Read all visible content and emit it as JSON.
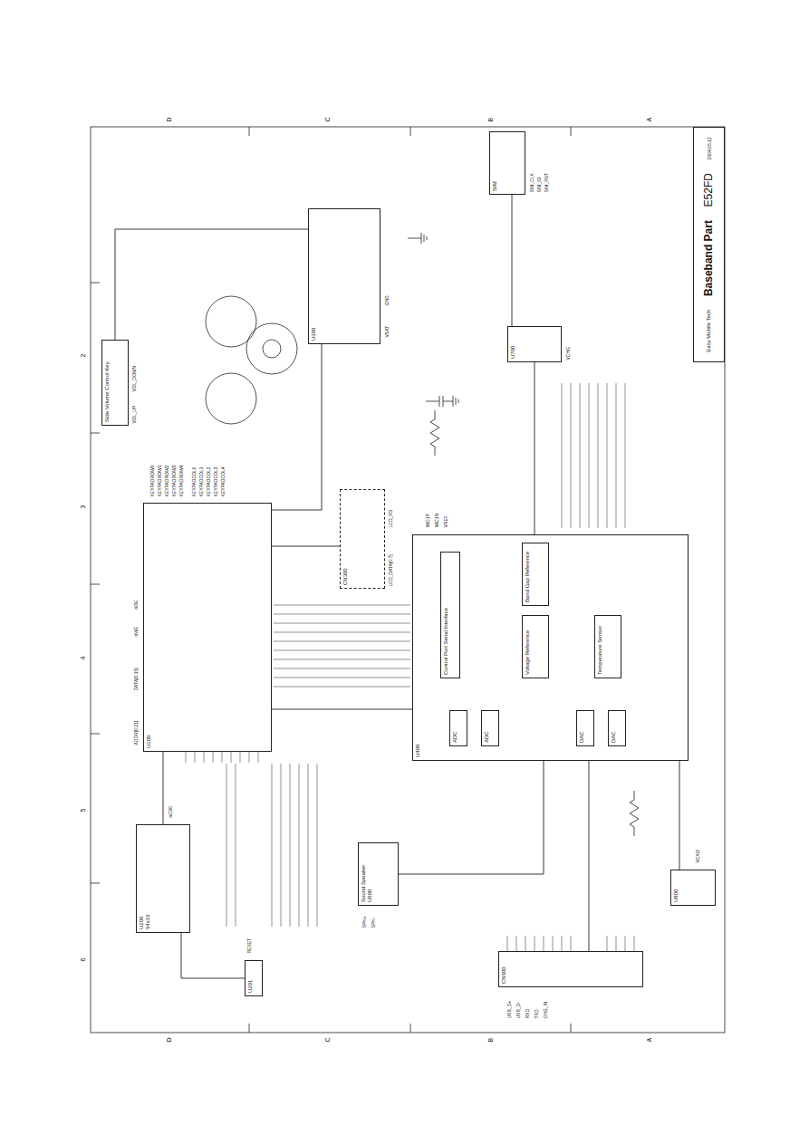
{
  "diagram": {
    "nodes": [
      {
        "text": [
          "Easy Mobile Tech",
          "Baseband Part",
          "E52FD",
          "2004.05.12"
        ]
      },
      {
        "text": [
          "Side Volume Control Key"
        ]
      },
      {
        "text": [
          "U100"
        ]
      },
      {
        "text": [
          "U200",
          "64x16"
        ]
      },
      {
        "text": [
          "U300"
        ]
      },
      {
        "text": [
          "U400"
        ]
      },
      {
        "text": [
          "ADC"
        ],
        "in": 5
      },
      {
        "text": [
          "ADC"
        ],
        "in": 5
      },
      {
        "text": [
          "DAC"
        ],
        "in": 5
      },
      {
        "text": [
          "DAC"
        ],
        "in": 5
      },
      {
        "text": [
          "Control Port Serial Interface"
        ],
        "in": 5
      },
      {
        "text": [
          "Voltage Reference"
        ],
        "in": 5
      },
      {
        "text": [
          "Band Gap Reference"
        ],
        "in": 5
      },
      {
        "text": [
          "Temperature Sensor"
        ],
        "in": 5
      },
      {
        "text": [
          "CN300"
        ]
      },
      {
        "text": [
          "Sound Speaker",
          "U500"
        ]
      },
      {
        "text": [
          "CN600"
        ]
      },
      {
        "text": [
          "SIM"
        ]
      },
      {
        "text": [
          "U700"
        ]
      },
      {
        "text": [
          "U800"
        ]
      },
      {
        "text": [
          "U201"
        ]
      }
    ],
    "edges": [
      {
        "from": 2,
        "to": 3,
        "arrow": "none"
      },
      {
        "from": 2,
        "to": 5,
        "arrow": "none"
      },
      {
        "from": 2,
        "to": 14,
        "arrow": "none"
      },
      {
        "from": 2,
        "to": 4,
        "arrow": "none"
      },
      {
        "from": 1,
        "to": 4,
        "arrow": "none"
      },
      {
        "from": 5,
        "to": 15,
        "arrow": "none"
      },
      {
        "from": 5,
        "to": 16,
        "arrow": "none"
      },
      {
        "from": 5,
        "to": 19,
        "arrow": "none"
      },
      {
        "from": 18,
        "to": 17,
        "arrow": "none"
      },
      {
        "from": 5,
        "to": 18,
        "arrow": "none"
      },
      {
        "from": 3,
        "to": 20,
        "arrow": "none"
      },
      {
        "from": 6,
        "to": 10,
        "arrow": "to"
      },
      {
        "from": 7,
        "to": 10,
        "arrow": "to"
      }
    ],
    "labels": [
      "D",
      "C",
      "B",
      "A",
      "D",
      "C",
      "B",
      "A",
      "2",
      "3",
      "4",
      "5",
      "6",
      "ADDR[0:21]",
      "DATA[0:15]",
      "nWE",
      "nOE",
      "nCS0",
      "KEYPADROW0",
      "KEYPADROW1",
      "KEYPADROW2",
      "KEYPADROW3",
      "KEYPADROW4",
      "KEYPADCOL0",
      "KEYPADCOL1",
      "KEYPADCOL2",
      "KEYPADCOL3",
      "KEYPADCOL4",
      "VOL_UP",
      "VOL_DOWN",
      "VBAT",
      "GND",
      "LCD_DATA[0:7]",
      "LCD_RS",
      "SPK+",
      "SPK-",
      "USB_D+",
      "USB_D-",
      "RXD",
      "TXD",
      "CHG_IN",
      "MIC1P",
      "MIC1N",
      "VREF",
      "SIM_CLK",
      "SIM_IO",
      "SIM_RST",
      "VCHG",
      "VCXO",
      "RESET"
    ]
  }
}
